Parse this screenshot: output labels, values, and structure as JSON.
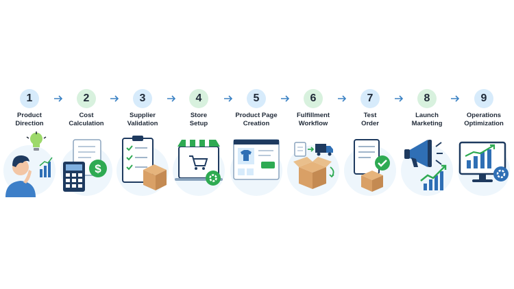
{
  "steps": [
    {
      "number": "1",
      "title_line1": "Product",
      "title_line2": "Direction",
      "badge": "blue"
    },
    {
      "number": "2",
      "title_line1": "Cost",
      "title_line2": "Calculation",
      "badge": "green"
    },
    {
      "number": "3",
      "title_line1": "Supplier",
      "title_line2": "Validation",
      "badge": "blue"
    },
    {
      "number": "4",
      "title_line1": "Store",
      "title_line2": "Setup",
      "badge": "green"
    },
    {
      "number": "5",
      "title_line1": "Product Page",
      "title_line2": "Creation",
      "badge": "blue"
    },
    {
      "number": "6",
      "title_line1": "Fulfillment",
      "title_line2": "Workflow",
      "badge": "green"
    },
    {
      "number": "7",
      "title_line1": "Test",
      "title_line2": "Order",
      "badge": "blue"
    },
    {
      "number": "8",
      "title_line1": "Launch",
      "title_line2": "Marketing",
      "badge": "green"
    },
    {
      "number": "9",
      "title_line1": "Operations",
      "title_line2": "Optimization",
      "badge": "blue"
    }
  ],
  "colors": {
    "badge_blue": "#d7ebfb",
    "badge_green": "#d8f1de",
    "arrow": "#3b82c4",
    "accent_green": "#2eaa52",
    "accent_blue": "#2f6fb5",
    "box_brown": "#d9a066"
  },
  "icons": [
    "thinking-person-lightbulb-icon",
    "calculator-dollar-icon",
    "checklist-box-icon",
    "storefront-cart-icon",
    "product-page-shirt-icon",
    "truck-box-flow-icon",
    "document-box-check-icon",
    "megaphone-growth-icon",
    "monitor-chart-gear-icon"
  ]
}
